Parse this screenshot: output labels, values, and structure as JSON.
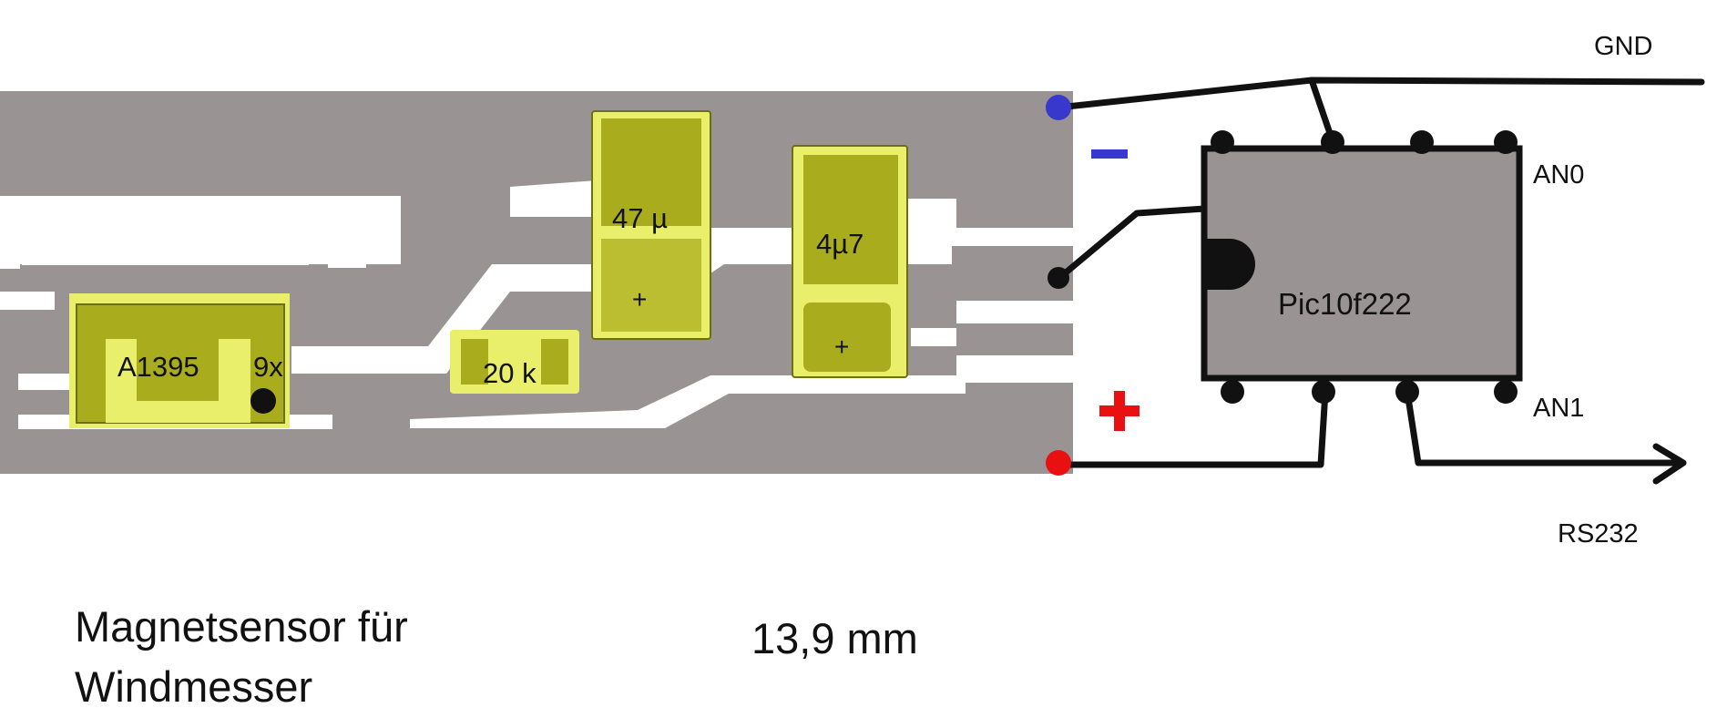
{
  "colors": {
    "board": "#999393",
    "trace_gap": "#ffffff",
    "component_fill": "#a9ad1d",
    "component_glow": "#e9ef6a",
    "chip": "#999393",
    "wire": "#111111",
    "gnd_pad": "#3838cc",
    "vcc_pad": "#e81010",
    "minus_sign": "#3838cc",
    "plus_sign": "#e81010"
  },
  "components": {
    "sensor": {
      "label": "A1395",
      "mark": "9x"
    },
    "resistor": {
      "label": "20 k"
    },
    "cap_large": {
      "label": "47 µ",
      "polarity": "+"
    },
    "cap_small": {
      "label": "4µ7",
      "polarity": "+"
    }
  },
  "chip": {
    "label": "Pic10f222"
  },
  "pins": {
    "an0": "AN0",
    "an1": "AN1"
  },
  "nets": {
    "gnd": "GND",
    "rs232": "RS232"
  },
  "caption": {
    "line1": "Magnetsensor für",
    "line2": "Windmesser",
    "dimension": "13,9 mm"
  }
}
